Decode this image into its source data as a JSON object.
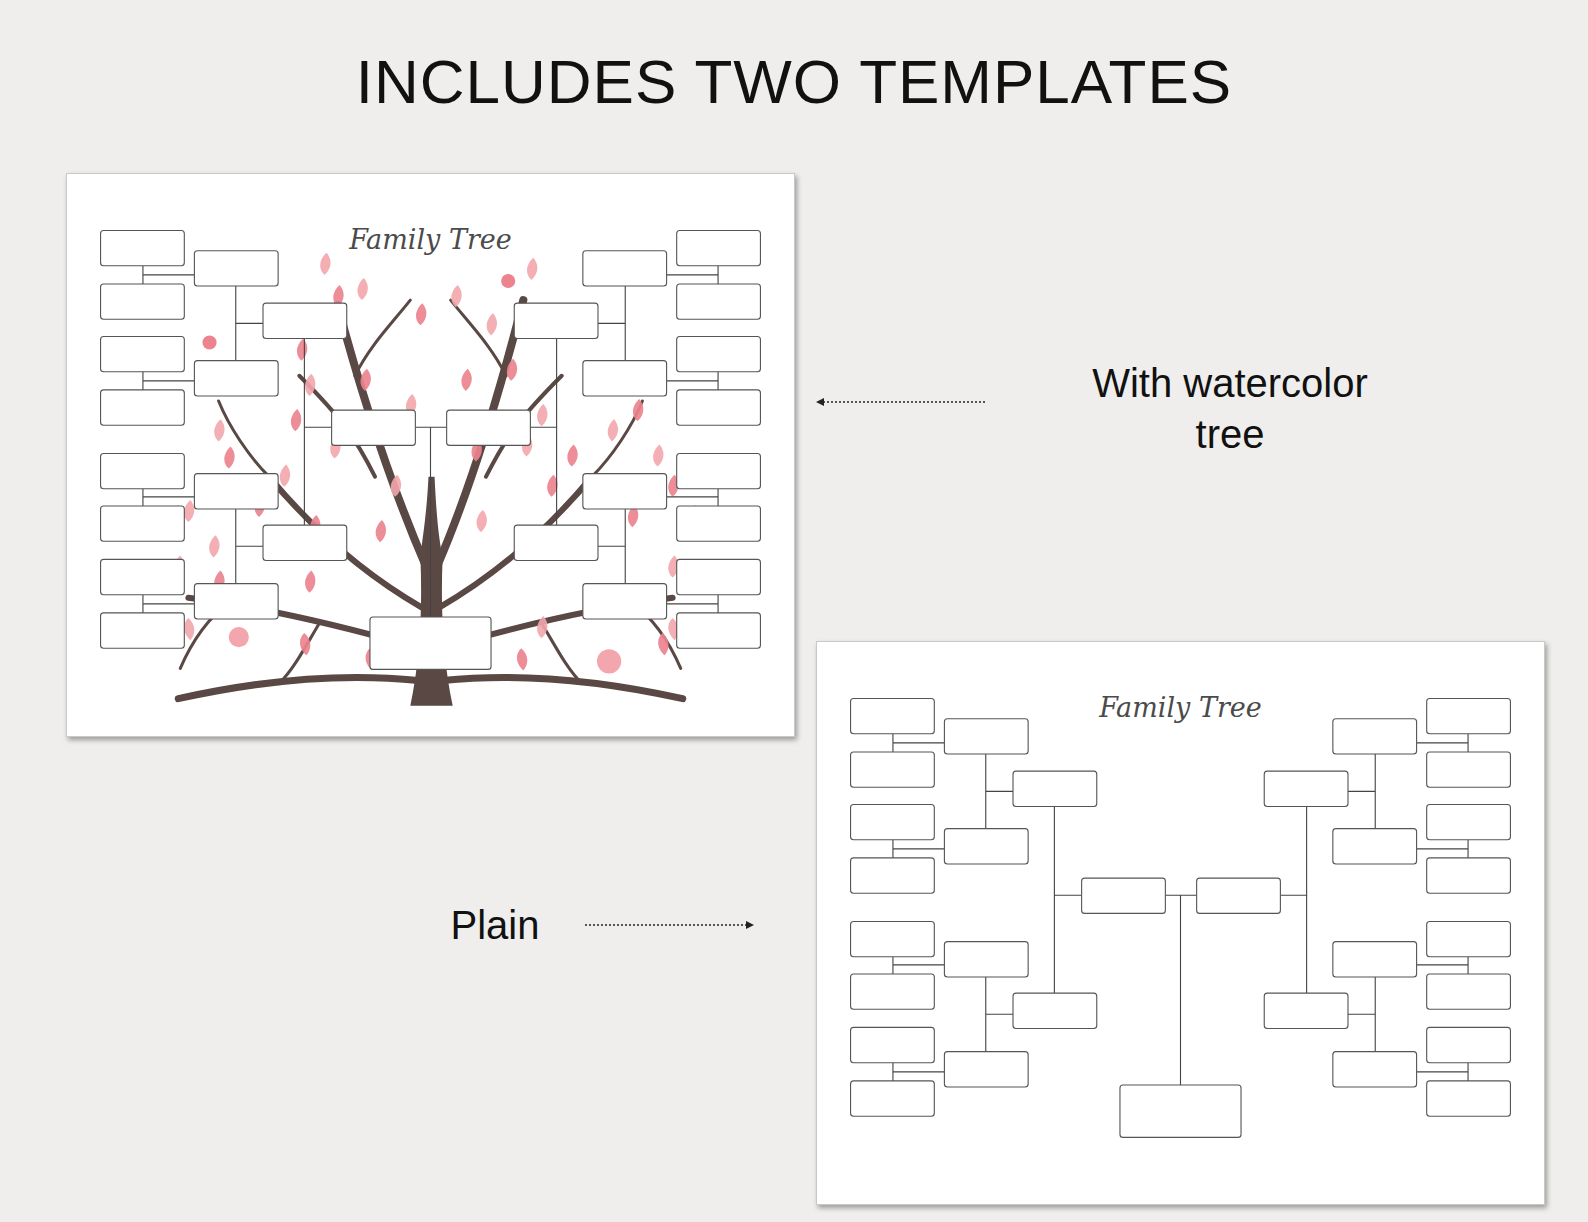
{
  "diagram": {
    "title": "INCLUDES TWO TEMPLATES",
    "nodes": [
      {
        "text": [
          "Family Tree"
        ]
      },
      {
        "text": [
          "Family Tree"
        ]
      }
    ],
    "labels": [
      "With watercolor tree",
      "Plain"
    ]
  }
}
